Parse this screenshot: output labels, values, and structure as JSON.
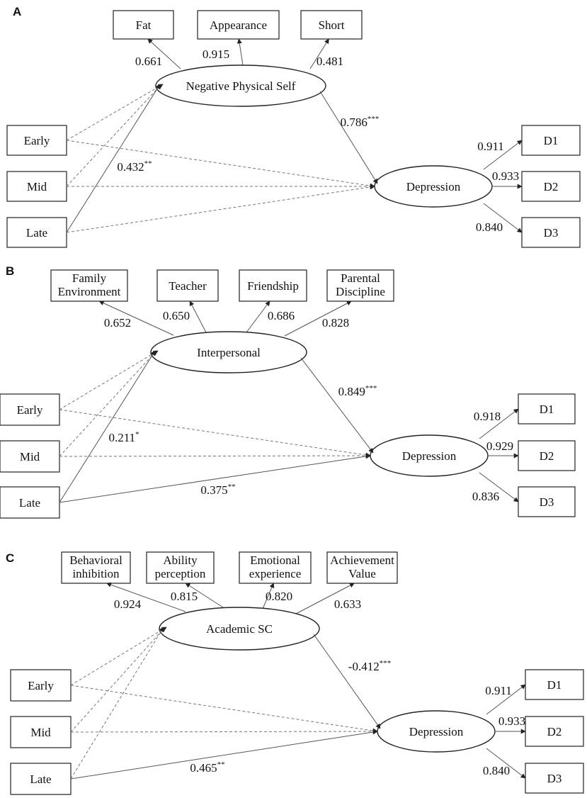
{
  "panels": [
    {
      "label": "A",
      "latent": "Negative Physical Self",
      "indicators": [
        {
          "lines": [
            "Fat"
          ],
          "loading": "0.661"
        },
        {
          "lines": [
            "Appearance"
          ],
          "loading": "0.915"
        },
        {
          "lines": [
            "Short"
          ],
          "loading": "0.481"
        }
      ],
      "path_to_depression": "0.786",
      "path_to_depression_sig": "***",
      "stage_path_label": "0.432",
      "stage_path_sig": "**",
      "late_to_depression_label": "",
      "late_to_depression_sig": "",
      "stages": [
        "Early",
        "Mid",
        "Late"
      ],
      "depression": "Depression",
      "outcomes": [
        {
          "name": "D1",
          "loading": "0.911"
        },
        {
          "name": "D2",
          "loading": "0.933"
        },
        {
          "name": "D3",
          "loading": "0.840"
        }
      ]
    },
    {
      "label": "B",
      "latent": "Interpersonal",
      "indicators": [
        {
          "lines": [
            "Family",
            "Environment"
          ],
          "loading": "0.652"
        },
        {
          "lines": [
            "Teacher"
          ],
          "loading": "0.650"
        },
        {
          "lines": [
            "Friendship"
          ],
          "loading": "0.686"
        },
        {
          "lines": [
            "Parental",
            "Discipline"
          ],
          "loading": "0.828"
        }
      ],
      "path_to_depression": "0.849",
      "path_to_depression_sig": "***",
      "stage_path_label": "0.211",
      "stage_path_sig": "*",
      "late_to_depression_label": "0.375",
      "late_to_depression_sig": "**",
      "stages": [
        "Early",
        "Mid",
        "Late"
      ],
      "depression": "Depression",
      "outcomes": [
        {
          "name": "D1",
          "loading": "0.918"
        },
        {
          "name": "D2",
          "loading": "0.929"
        },
        {
          "name": "D3",
          "loading": "0.836"
        }
      ]
    },
    {
      "label": "C",
      "latent": "Academic SC",
      "indicators": [
        {
          "lines": [
            "Behavioral",
            "inhibition"
          ],
          "loading": "0.924"
        },
        {
          "lines": [
            "Ability",
            "perception"
          ],
          "loading": "0.815"
        },
        {
          "lines": [
            "Emotional",
            "experience"
          ],
          "loading": "0.820"
        },
        {
          "lines": [
            "Achievement",
            "Value"
          ],
          "loading": "0.633"
        }
      ],
      "path_to_depression": "-0.412",
      "path_to_depression_sig": "***",
      "stage_path_label": "",
      "stage_path_sig": "",
      "late_to_depression_label": "0.465",
      "late_to_depression_sig": "**",
      "stages": [
        "Early",
        "Mid",
        "Late"
      ],
      "depression": "Depression",
      "outcomes": [
        {
          "name": "D1",
          "loading": "0.911"
        },
        {
          "name": "D2",
          "loading": "0.933"
        },
        {
          "name": "D3",
          "loading": "0.840"
        }
      ]
    }
  ]
}
